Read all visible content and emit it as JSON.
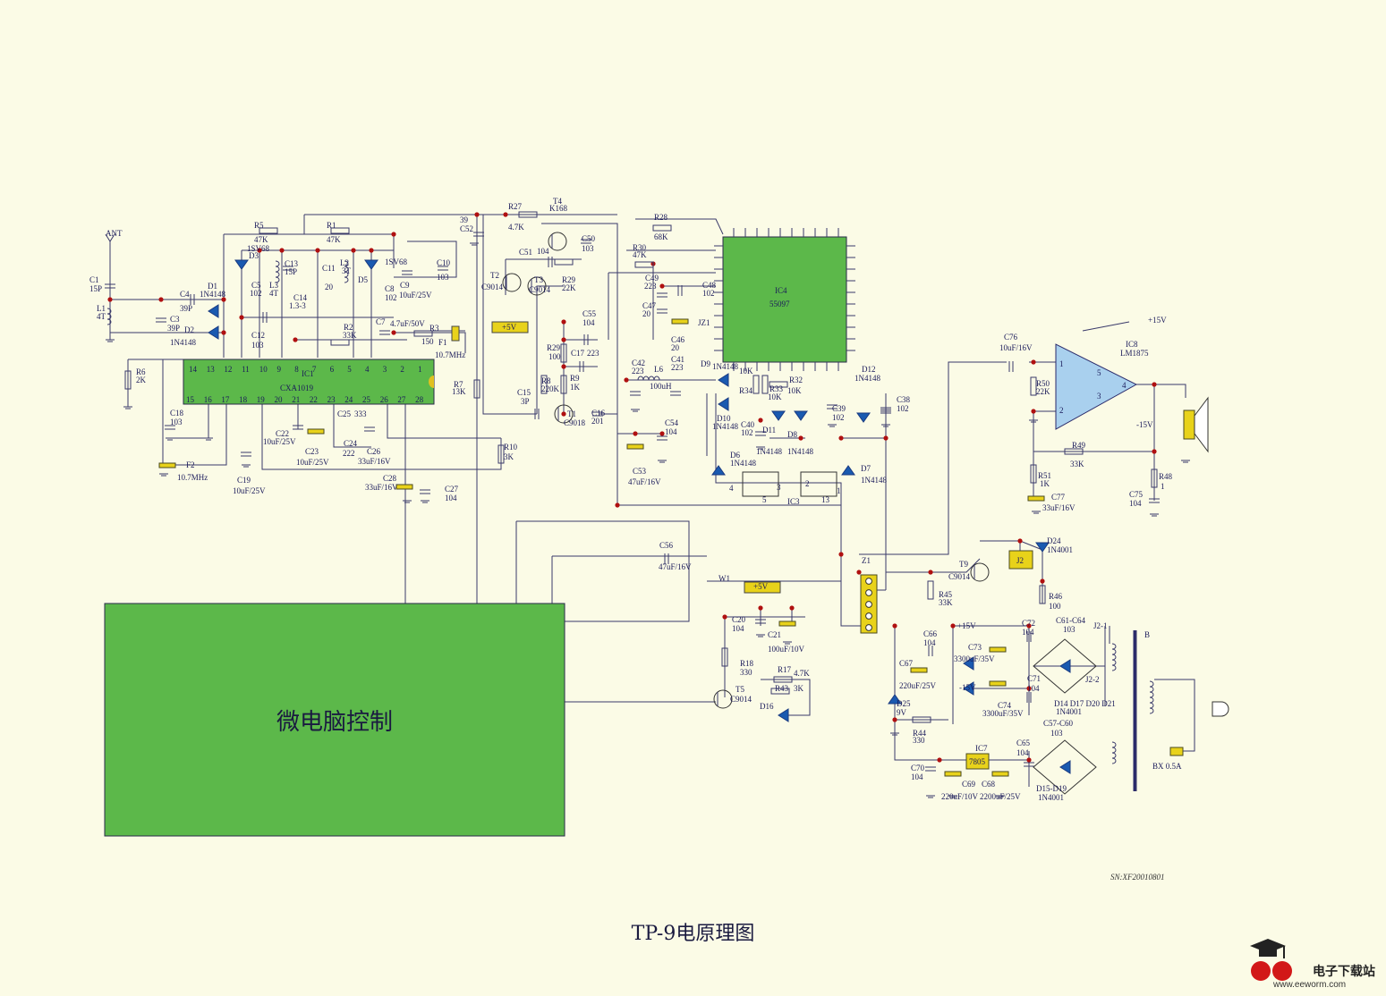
{
  "title": "TP-9电原理图",
  "serial": "SN:XF20010801",
  "mcu_block": {
    "label": "微电脑控制"
  },
  "ic_labels": {
    "ic1": "IC1",
    "ic1_part": "CXA1019",
    "ic4": "IC4",
    "ic4_part": "55097",
    "ic8": "IC8",
    "ic8_part": "LM1875",
    "ic3": "IC3",
    "ic7": "IC7",
    "ic7_part": "7805"
  },
  "ic1_pins_top": [
    "14",
    "13",
    "12",
    "11",
    "10",
    "9",
    "8",
    "7",
    "6",
    "5",
    "4",
    "3",
    "2",
    "1"
  ],
  "ic1_pins_bottom": [
    "15",
    "16",
    "17",
    "18",
    "19",
    "20",
    "21",
    "22",
    "23",
    "24",
    "25",
    "26",
    "27",
    "28"
  ],
  "watermark": {
    "name": "电子下载站",
    "url": "www.eeworm.com",
    "logo": "虫虫"
  },
  "labels": [
    {
      "id": "ant",
      "t": "ANT"
    },
    {
      "id": "c1",
      "t": "C1"
    },
    {
      "id": "c1v",
      "t": "15P"
    },
    {
      "id": "l1",
      "t": "L1"
    },
    {
      "id": "l1v",
      "t": "4T"
    },
    {
      "id": "c4",
      "t": "C4"
    },
    {
      "id": "c4v",
      "t": "39P"
    },
    {
      "id": "c3",
      "t": "C3"
    },
    {
      "id": "c3v",
      "t": "39P"
    },
    {
      "id": "d1",
      "t": "D1"
    },
    {
      "id": "d1v",
      "t": "1N4148"
    },
    {
      "id": "d2",
      "t": "D2"
    },
    {
      "id": "d2v",
      "t": "1N4148"
    },
    {
      "id": "r6",
      "t": "R6"
    },
    {
      "id": "r6v",
      "t": "2K"
    },
    {
      "id": "r5",
      "t": "R5"
    },
    {
      "id": "r5v",
      "t": "47K"
    },
    {
      "id": "r1",
      "t": "R1"
    },
    {
      "id": "r1v",
      "t": "47K"
    },
    {
      "id": "d3",
      "t": "D3"
    },
    {
      "id": "d3v",
      "t": "1SV68"
    },
    {
      "id": "c5",
      "t": "C5"
    },
    {
      "id": "c5v",
      "t": "102"
    },
    {
      "id": "l3",
      "t": "L3"
    },
    {
      "id": "l3v",
      "t": "4T"
    },
    {
      "id": "c13",
      "t": "C13"
    },
    {
      "id": "c13v",
      "t": "15P"
    },
    {
      "id": "c14",
      "t": "C14"
    },
    {
      "id": "c14v",
      "t": "1.3-3"
    },
    {
      "id": "c11",
      "t": "C11"
    },
    {
      "id": "c11v",
      "t": "20"
    },
    {
      "id": "l2",
      "t": "L2"
    },
    {
      "id": "l2v",
      "t": "3T"
    },
    {
      "id": "d5",
      "t": "D5"
    },
    {
      "id": "d5v",
      "t": "1SV68"
    },
    {
      "id": "c8",
      "t": "C8"
    },
    {
      "id": "c8v",
      "t": "102"
    },
    {
      "id": "c9",
      "t": "C9"
    },
    {
      "id": "c9v",
      "t": "10uF/25V"
    },
    {
      "id": "c10",
      "t": "C10"
    },
    {
      "id": "c10v",
      "t": "103"
    },
    {
      "id": "c12",
      "t": "C12"
    },
    {
      "id": "c12v",
      "t": "103"
    },
    {
      "id": "r2",
      "t": "R2"
    },
    {
      "id": "r2v",
      "t": "33K"
    },
    {
      "id": "c7",
      "t": "C7"
    },
    {
      "id": "c7v",
      "t": "4.7uF/50V"
    },
    {
      "id": "r3",
      "t": "R3"
    },
    {
      "id": "r3v",
      "t": "150"
    },
    {
      "id": "f1",
      "t": "F1"
    },
    {
      "id": "f1v",
      "t": "10.7MHz"
    },
    {
      "id": "c18",
      "t": "C18"
    },
    {
      "id": "c18v",
      "t": "103"
    },
    {
      "id": "c22",
      "t": "C22"
    },
    {
      "id": "c22v",
      "t": "10uF/25V"
    },
    {
      "id": "c23",
      "t": "C23"
    },
    {
      "id": "c23v",
      "t": "10uF/25V"
    },
    {
      "id": "c25",
      "t": "C25"
    },
    {
      "id": "c25v",
      "t": "333"
    },
    {
      "id": "c24",
      "t": "C24"
    },
    {
      "id": "c24v",
      "t": "222"
    },
    {
      "id": "c26",
      "t": "C26"
    },
    {
      "id": "c26v",
      "t": "33uF/16V"
    },
    {
      "id": "c19",
      "t": "C19"
    },
    {
      "id": "c19v",
      "t": "10uF/25V"
    },
    {
      "id": "f2",
      "t": "F2"
    },
    {
      "id": "f2v",
      "t": "10.7MHz"
    },
    {
      "id": "c28",
      "t": "C28"
    },
    {
      "id": "c28v",
      "t": "33uF/16V"
    },
    {
      "id": "c27",
      "t": "C27"
    },
    {
      "id": "c27v",
      "t": "104"
    },
    {
      "id": "r7",
      "t": "R7"
    },
    {
      "id": "r7v",
      "t": "13K"
    },
    {
      "id": "r10",
      "t": "R10"
    },
    {
      "id": "r10v",
      "t": "3K"
    },
    {
      "id": "c52",
      "t": "39"
    },
    {
      "id": "c52n",
      "t": "C52"
    },
    {
      "id": "r27",
      "t": "R27"
    },
    {
      "id": "r27v",
      "t": "4.7K"
    },
    {
      "id": "t4",
      "t": "T4"
    },
    {
      "id": "t4v",
      "t": "K168"
    },
    {
      "id": "c51",
      "t": "C51"
    },
    {
      "id": "c51v",
      "t": "104"
    },
    {
      "id": "c50",
      "t": "C50"
    },
    {
      "id": "c50v",
      "t": "103"
    },
    {
      "id": "t2",
      "t": "T2"
    },
    {
      "id": "t2v",
      "t": "C9014"
    },
    {
      "id": "t3",
      "t": "T3"
    },
    {
      "id": "t3v",
      "t": "C9014"
    },
    {
      "id": "r29",
      "t": "R29"
    },
    {
      "id": "r29v",
      "t": "22K"
    },
    {
      "id": "p5v1",
      "t": "+5V"
    },
    {
      "id": "c55",
      "t": "C55"
    },
    {
      "id": "c55v",
      "t": "104"
    },
    {
      "id": "r29b",
      "t": "R29"
    },
    {
      "id": "r29bv",
      "t": "100"
    },
    {
      "id": "c17",
      "t": "C17"
    },
    {
      "id": "c17v",
      "t": "223"
    },
    {
      "id": "r8",
      "t": "R8"
    },
    {
      "id": "r8v",
      "t": "220K"
    },
    {
      "id": "r9",
      "t": "R9"
    },
    {
      "id": "r9v",
      "t": "1K"
    },
    {
      "id": "c15",
      "t": "C15"
    },
    {
      "id": "c15v",
      "t": "3P"
    },
    {
      "id": "t1",
      "t": "T1"
    },
    {
      "id": "t1v",
      "t": "C9018"
    },
    {
      "id": "c16",
      "t": "C16"
    },
    {
      "id": "c16v",
      "t": "201"
    },
    {
      "id": "r28",
      "t": "R28"
    },
    {
      "id": "r28v",
      "t": "68K"
    },
    {
      "id": "r30",
      "t": "R30"
    },
    {
      "id": "r30v",
      "t": "47K"
    },
    {
      "id": "c49",
      "t": "C49"
    },
    {
      "id": "c49v",
      "t": "223"
    },
    {
      "id": "c48",
      "t": "C48"
    },
    {
      "id": "c48v",
      "t": "102"
    },
    {
      "id": "c47",
      "t": "C47"
    },
    {
      "id": "c47v",
      "t": "20"
    },
    {
      "id": "c46",
      "t": "C46"
    },
    {
      "id": "c46v",
      "t": "20"
    },
    {
      "id": "jz1",
      "t": "JZ1"
    },
    {
      "id": "c42",
      "t": "C42"
    },
    {
      "id": "c42v",
      "t": "223"
    },
    {
      "id": "l6",
      "t": "L6"
    },
    {
      "id": "l6v",
      "t": "100uH"
    },
    {
      "id": "c41",
      "t": "C41"
    },
    {
      "id": "c41v",
      "t": "223"
    },
    {
      "id": "c54",
      "t": "C54"
    },
    {
      "id": "c54v",
      "t": "104"
    },
    {
      "id": "c53",
      "t": "C53"
    },
    {
      "id": "c53v",
      "t": "47uF/16V"
    },
    {
      "id": "d9",
      "t": "D9"
    },
    {
      "id": "d9v",
      "t": "1N4148"
    },
    {
      "id": "r34",
      "t": "R34"
    },
    {
      "id": "r34v",
      "t": "10K"
    },
    {
      "id": "r33",
      "t": "R33"
    },
    {
      "id": "r33v",
      "t": "10K"
    },
    {
      "id": "r32",
      "t": "R32"
    },
    {
      "id": "r32v",
      "t": "10K"
    },
    {
      "id": "d10",
      "t": "D10"
    },
    {
      "id": "d10v",
      "t": "1N4148"
    },
    {
      "id": "c40",
      "t": "C40"
    },
    {
      "id": "c40v",
      "t": "102"
    },
    {
      "id": "d11",
      "t": "D11"
    },
    {
      "id": "d11v",
      "t": "1N4148"
    },
    {
      "id": "d8",
      "t": "D8"
    },
    {
      "id": "d8v",
      "t": "1N4148"
    },
    {
      "id": "c39",
      "t": "C39"
    },
    {
      "id": "c39v",
      "t": "102"
    },
    {
      "id": "d12",
      "t": "D12"
    },
    {
      "id": "d12v",
      "t": "1N4148"
    },
    {
      "id": "c38",
      "t": "C38"
    },
    {
      "id": "c38v",
      "t": "102"
    },
    {
      "id": "d6",
      "t": "D6"
    },
    {
      "id": "d6v",
      "t": "1N4148"
    },
    {
      "id": "d7",
      "t": "D7"
    },
    {
      "id": "d7v",
      "t": "1N4148"
    },
    {
      "id": "ic3p4",
      "t": "4"
    },
    {
      "id": "ic3p3",
      "t": "3"
    },
    {
      "id": "ic3p2",
      "t": "2"
    },
    {
      "id": "ic3p1",
      "t": "1"
    },
    {
      "id": "ic3p5",
      "t": "5"
    },
    {
      "id": "ic3p13",
      "t": "13"
    },
    {
      "id": "c76",
      "t": "C76"
    },
    {
      "id": "c76v",
      "t": "10uF/16V"
    },
    {
      "id": "p15v",
      "t": "+15V"
    },
    {
      "id": "m15v",
      "t": "-15V"
    },
    {
      "id": "r50",
      "t": "R50"
    },
    {
      "id": "r50v",
      "t": "22K"
    },
    {
      "id": "r49",
      "t": "R49"
    },
    {
      "id": "r49v",
      "t": "33K"
    },
    {
      "id": "r51",
      "t": "R51"
    },
    {
      "id": "r51v",
      "t": "1K"
    },
    {
      "id": "c77",
      "t": "C77"
    },
    {
      "id": "c77v",
      "t": "33uF/16V"
    },
    {
      "id": "r48",
      "t": "R48"
    },
    {
      "id": "r48v",
      "t": "1"
    },
    {
      "id": "c75",
      "t": "C75"
    },
    {
      "id": "c75v",
      "t": "104"
    },
    {
      "id": "ic8p1",
      "t": "1"
    },
    {
      "id": "ic8p2",
      "t": "2"
    },
    {
      "id": "ic8p3",
      "t": "3"
    },
    {
      "id": "ic8p4",
      "t": "4"
    },
    {
      "id": "ic8p5",
      "t": "5"
    },
    {
      "id": "c56",
      "t": "C56"
    },
    {
      "id": "c56v",
      "t": "47uF/16V"
    },
    {
      "id": "w1",
      "t": "W1"
    },
    {
      "id": "p5v2",
      "t": "+5V"
    },
    {
      "id": "c20",
      "t": "C20"
    },
    {
      "id": "c20v",
      "t": "104"
    },
    {
      "id": "c21",
      "t": "C21"
    },
    {
      "id": "c21v",
      "t": "100uF/10V"
    },
    {
      "id": "r18",
      "t": "R18"
    },
    {
      "id": "r18v",
      "t": "330"
    },
    {
      "id": "r17",
      "t": "R17"
    },
    {
      "id": "r17v",
      "t": "4.7K"
    },
    {
      "id": "r43",
      "t": "R43"
    },
    {
      "id": "r43v",
      "t": "3K"
    },
    {
      "id": "t5",
      "t": "T5"
    },
    {
      "id": "t5v",
      "t": "C9014"
    },
    {
      "id": "d16",
      "t": "D16"
    },
    {
      "id": "z1",
      "t": "Z1"
    },
    {
      "id": "t9",
      "t": "T9"
    },
    {
      "id": "t9v",
      "t": "C9014"
    },
    {
      "id": "r45",
      "t": "R45"
    },
    {
      "id": "r45v",
      "t": "33K"
    },
    {
      "id": "j2",
      "t": "J2"
    },
    {
      "id": "d24",
      "t": "D24"
    },
    {
      "id": "d24v",
      "t": "1N4001"
    },
    {
      "id": "r46",
      "t": "R46"
    },
    {
      "id": "r46v",
      "t": "100"
    },
    {
      "id": "c66",
      "t": "C66"
    },
    {
      "id": "c66v",
      "t": "104"
    },
    {
      "id": "c67",
      "t": "C67"
    },
    {
      "id": "c67v",
      "t": "220uF/25V"
    },
    {
      "id": "d25",
      "t": "D25"
    },
    {
      "id": "d25v",
      "t": "9V"
    },
    {
      "id": "r44",
      "t": "R44"
    },
    {
      "id": "r44v",
      "t": "330"
    },
    {
      "id": "p15v2",
      "t": "+15V"
    },
    {
      "id": "m15v2",
      "t": "-15V"
    },
    {
      "id": "c73",
      "t": "C73"
    },
    {
      "id": "c73v",
      "t": "3300uF/35V"
    },
    {
      "id": "c72",
      "t": "C72"
    },
    {
      "id": "c72v",
      "t": "104"
    },
    {
      "id": "c71",
      "t": "C71"
    },
    {
      "id": "c71v",
      "t": "104"
    },
    {
      "id": "c74",
      "t": "C74"
    },
    {
      "id": "c74v",
      "t": "3300uF/35V"
    },
    {
      "id": "c6164",
      "t": "C61-C64"
    },
    {
      "id": "c6164v",
      "t": "103"
    },
    {
      "id": "j21",
      "t": "J2-1"
    },
    {
      "id": "j22",
      "t": "J2-2"
    },
    {
      "id": "d1421",
      "t": "D14 D17 D20 D21"
    },
    {
      "id": "d1421v",
      "t": "1N4001"
    },
    {
      "id": "c5760",
      "t": "C57-C60"
    },
    {
      "id": "c5760v",
      "t": "103"
    },
    {
      "id": "c65",
      "t": "C65"
    },
    {
      "id": "c65v",
      "t": "104"
    },
    {
      "id": "c70",
      "t": "C70"
    },
    {
      "id": "c70v",
      "t": "104"
    },
    {
      "id": "c69",
      "t": "C69"
    },
    {
      "id": "c69v",
      "t": "220uF/10V"
    },
    {
      "id": "c68",
      "t": "C68"
    },
    {
      "id": "c68v",
      "t": "2200uF/25V"
    },
    {
      "id": "d1519",
      "t": "D15-D19"
    },
    {
      "id": "d1519v",
      "t": "1N4001"
    },
    {
      "id": "b",
      "t": "B"
    },
    {
      "id": "bx",
      "t": "BX 0.5A"
    }
  ]
}
